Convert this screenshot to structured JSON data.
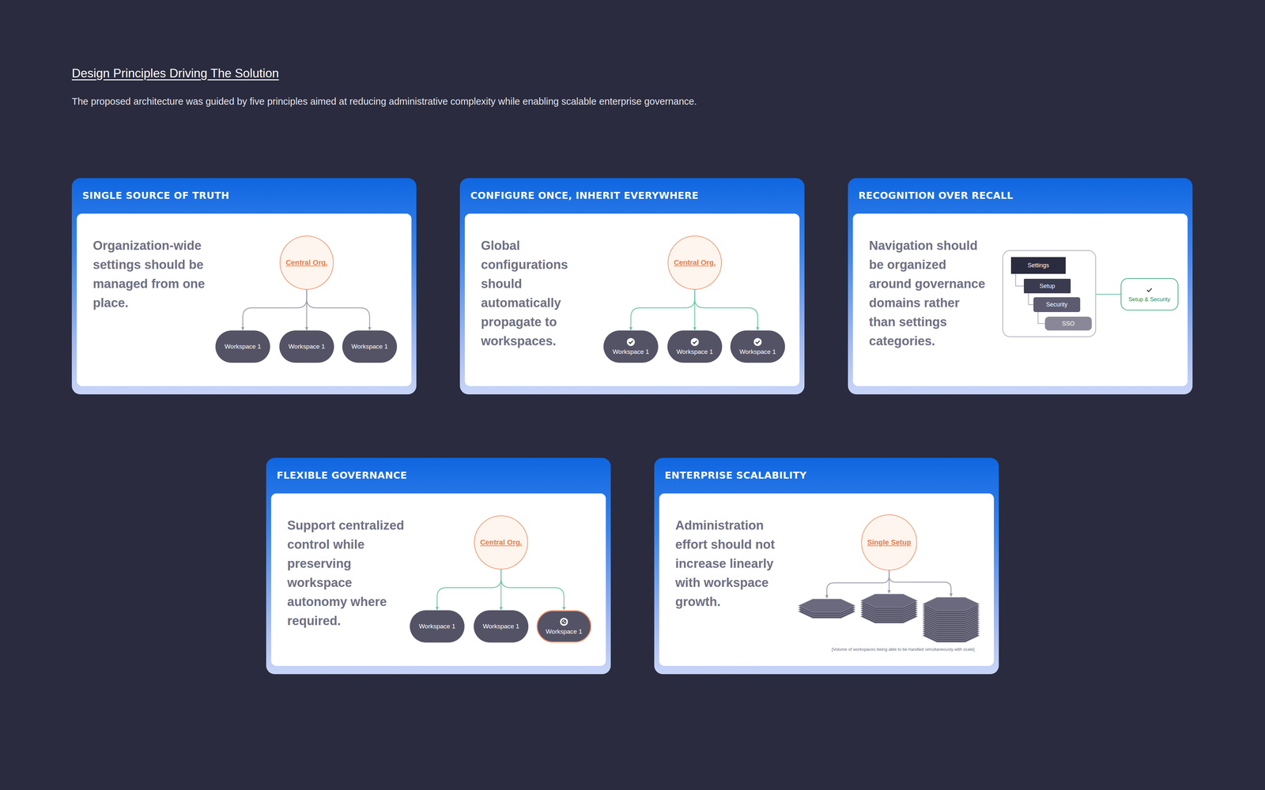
{
  "diagram": {
    "title": "Design Principles Driving The Solution",
    "caption": "The proposed architecture was guided by five principles aimed at reducing administrative complexity while enabling scalable enterprise governance.",
    "nodes": [
      {
        "text": [
          "SINGLE SOURCE OF TRUTH",
          "Organization-wide settings should be managed from one place."
        ]
      },
      {
        "text": [
          "Central Org."
        ],
        "in": 0
      },
      {
        "text": [
          "Workspace 1"
        ],
        "in": 0
      },
      {
        "text": [
          "Workspace 1"
        ],
        "in": 0
      },
      {
        "text": [
          "Workspace 1"
        ],
        "in": 0
      },
      {
        "text": [
          "CONFIGURE ONCE, INHERIT EVERYWHERE",
          "Global configurations should automatically propagate to workspaces."
        ]
      },
      {
        "text": [
          "Central Org."
        ],
        "in": 5
      },
      {
        "text": [
          "Workspace 1"
        ],
        "in": 5
      },
      {
        "text": [
          "Workspace 1"
        ],
        "in": 5
      },
      {
        "text": [
          "Workspace 1"
        ],
        "in": 5
      },
      {
        "text": [
          "RECOGNITION OVER RECALL",
          "Navigation should be organized around governance domains rather than settings categories."
        ]
      },
      {
        "text": [
          "Settings"
        ],
        "in": 10
      },
      {
        "text": [
          "Setup"
        ],
        "in": 10
      },
      {
        "text": [
          "Security"
        ],
        "in": 10
      },
      {
        "text": [
          "SSO"
        ],
        "in": 10
      },
      {
        "text": [
          "Setup & Security"
        ],
        "in": 10
      },
      {
        "text": [
          "FLEXIBLE GOVERNANCE",
          "Support centralized control while preserving workspace autonomy where required."
        ]
      },
      {
        "text": [
          "Central Org."
        ],
        "in": 16
      },
      {
        "text": [
          "Workspace 1"
        ],
        "in": 16
      },
      {
        "text": [
          "Workspace 1"
        ],
        "in": 16
      },
      {
        "text": [
          "Workspace 1"
        ],
        "in": 16
      },
      {
        "text": [
          "ENTERPRISE SCALABILITY",
          "Administration effort should not increase linearly with workspace growth."
        ]
      },
      {
        "text": [
          "Single Setup"
        ],
        "in": 21
      }
    ],
    "edges": [
      {
        "from": 1,
        "to": 2,
        "arrow": "to"
      },
      {
        "from": 1,
        "to": 3,
        "arrow": "to"
      },
      {
        "from": 1,
        "to": 4,
        "arrow": "to"
      },
      {
        "from": 6,
        "to": 7,
        "arrow": "to"
      },
      {
        "from": 6,
        "to": 8,
        "arrow": "to"
      },
      {
        "from": 6,
        "to": 9,
        "arrow": "to"
      },
      {
        "from": 11,
        "to": 12,
        "arrow": "none"
      },
      {
        "from": 12,
        "to": 13,
        "arrow": "none"
      },
      {
        "from": 13,
        "to": 14,
        "arrow": "none"
      },
      {
        "from": 17,
        "to": 18,
        "arrow": "to"
      },
      {
        "from": 17,
        "to": 19,
        "arrow": "to"
      },
      {
        "from": 17,
        "to": 20,
        "arrow": "to"
      }
    ],
    "labels": [
      "[Volume of workspaces being able to be handled simultaneously with scale]"
    ]
  }
}
